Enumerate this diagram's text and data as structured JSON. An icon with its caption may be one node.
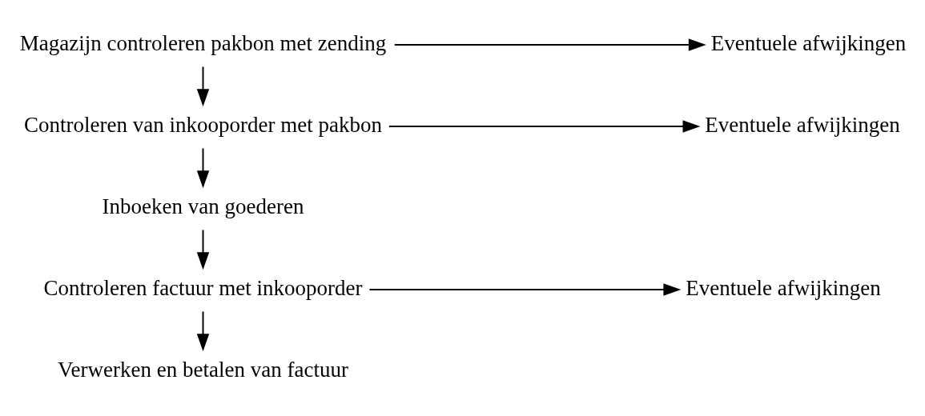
{
  "diagram": {
    "nodes": [
      {
        "text": [
          "Magazijn controleren pakbon met zending"
        ]
      },
      {
        "text": [
          "Eventuele afwijkingen"
        ]
      },
      {
        "text": [
          "Controleren van inkooporder met pakbon"
        ]
      },
      {
        "text": [
          "Eventuele afwijkingen"
        ]
      },
      {
        "text": [
          "Inboeken van goederen"
        ]
      },
      {
        "text": [
          "Controleren factuur met inkooporder"
        ]
      },
      {
        "text": [
          "Eventuele afwijkingen"
        ]
      },
      {
        "text": [
          "Verwerken en betalen van factuur"
        ]
      }
    ],
    "edges": [
      {
        "from": 0,
        "to": 1,
        "arrow": "to"
      },
      {
        "from": 0,
        "to": 2,
        "arrow": "to"
      },
      {
        "from": 2,
        "to": 3,
        "arrow": "to"
      },
      {
        "from": 2,
        "to": 4,
        "arrow": "to"
      },
      {
        "from": 4,
        "to": 5,
        "arrow": "to"
      },
      {
        "from": 5,
        "to": 6,
        "arrow": "to"
      },
      {
        "from": 5,
        "to": 7,
        "arrow": "to"
      }
    ]
  }
}
